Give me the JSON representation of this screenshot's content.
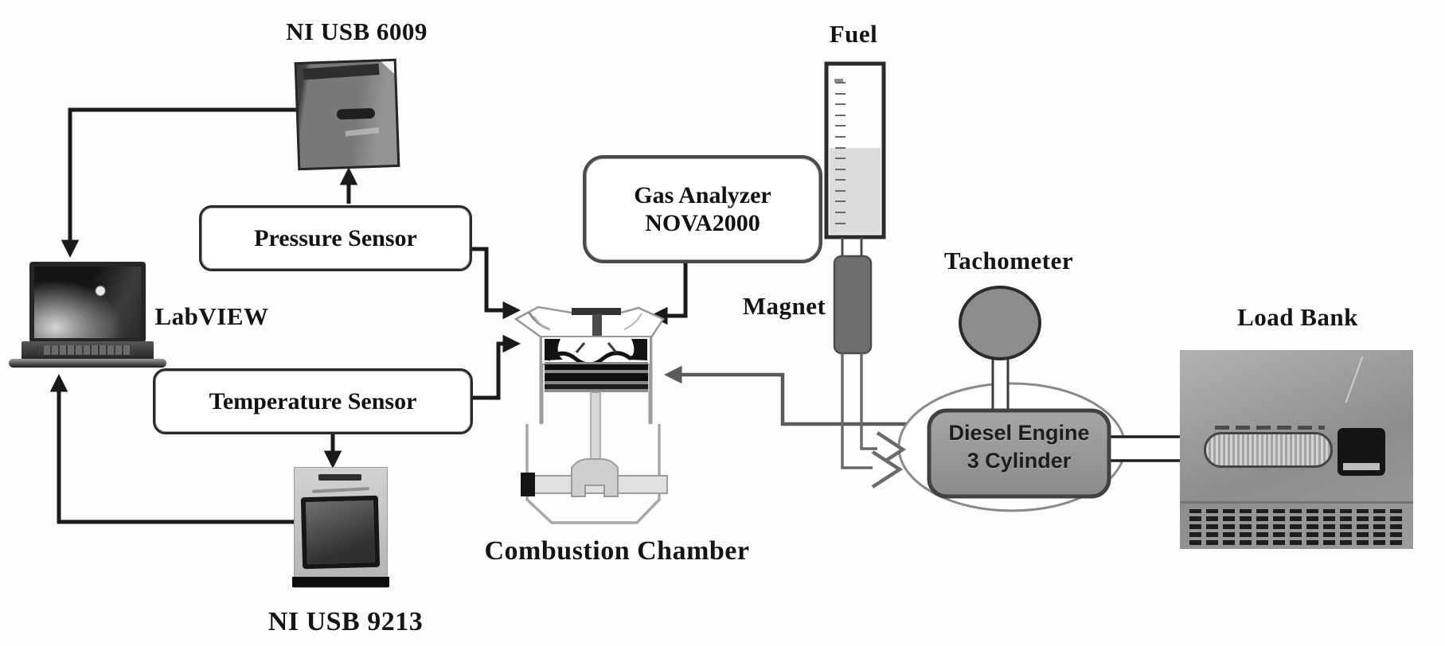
{
  "diagram": {
    "type": "experimental-setup-block-diagram",
    "labels": {
      "ni_usb_6009": "NI USB 6009",
      "pressure_sensor": "Pressure Sensor",
      "labview": "LabVIEW",
      "temperature_sensor": "Temperature Sensor",
      "ni_usb_9213": "NI USB 9213",
      "gas_analyzer": {
        "line1": "Gas Analyzer",
        "line2": "NOVA2000"
      },
      "combustion_chamber": "Combustion Chamber",
      "fuel": "Fuel",
      "magnet": "Magnet",
      "tachometer": "Tachometer",
      "diesel_engine": {
        "line1": "Diesel Engine",
        "line2": "3 Cylinder"
      },
      "load_bank": "Load Bank"
    },
    "connections": [
      {
        "from": "NI USB 6009",
        "to": "LabVIEW"
      },
      {
        "from": "Pressure Sensor",
        "to": "NI USB 6009"
      },
      {
        "from": "Pressure Sensor",
        "to": "Combustion Chamber"
      },
      {
        "from": "Temperature Sensor",
        "to": "NI USB 9213"
      },
      {
        "from": "Temperature Sensor",
        "to": "Combustion Chamber"
      },
      {
        "from": "NI USB 9213",
        "to": "LabVIEW"
      },
      {
        "from": "Gas Analyzer NOVA2000",
        "to": "Combustion Chamber"
      },
      {
        "from": "Diesel Engine 3 Cylinder",
        "to": "Combustion Chamber"
      },
      {
        "from": "Fuel",
        "to": "Magnet"
      },
      {
        "from": "Magnet",
        "to": "Diesel Engine 3 Cylinder"
      },
      {
        "from": "Tachometer",
        "to": "Diesel Engine 3 Cylinder"
      },
      {
        "from": "Diesel Engine 3 Cylinder",
        "to": "Load Bank"
      }
    ],
    "colors": {
      "background": "#fdfdfd",
      "black_line": "#1a1a1a",
      "gray_line": "#5a5a5a",
      "engine_fill": "#979797",
      "magnet_fill": "#6e6e6e",
      "tachometer_fill": "#8d8d8d",
      "fuel_liquid": "#dcdcdc"
    }
  }
}
